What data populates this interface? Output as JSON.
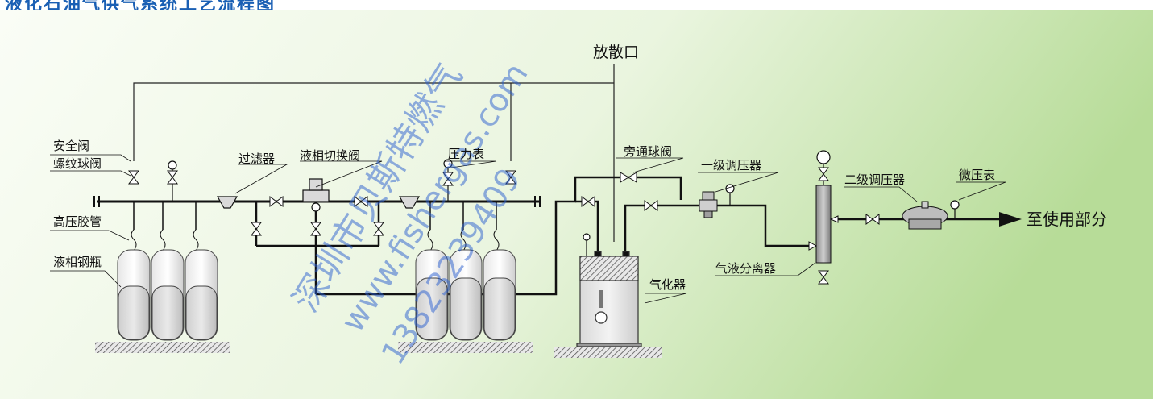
{
  "title": "液化石油气供气系统工艺流程图",
  "labels": {
    "vent_outlet": "放散口",
    "safety_valve": "安全阀",
    "threaded_ball_valve": "螺纹球阀",
    "high_pressure_hose": "高压胶管",
    "lp_cylinder": "液相钢瓶",
    "filter": "过滤器",
    "liquid_switch_valve": "液相切换阀",
    "pressure_gauge": "压力表",
    "bypass_ball_valve": "旁通球阀",
    "first_stage_regulator": "一级调压器",
    "second_stage_regulator": "二级调压器",
    "micro_pressure_gauge": "微压表",
    "vaporizer": "气化器",
    "gas_liquid_separator": "气液分离器",
    "to_consumer": "至使用部分"
  },
  "watermark": {
    "company": "深圳市贝斯特燃气",
    "website": "www.fishergas.com",
    "phone": "13823239409"
  },
  "colors": {
    "background_left": "#fafdf6",
    "background_right": "#b7dc98",
    "title": "#1a5fb4",
    "pipe": "#111111",
    "watermark": "#2a5fd0"
  }
}
